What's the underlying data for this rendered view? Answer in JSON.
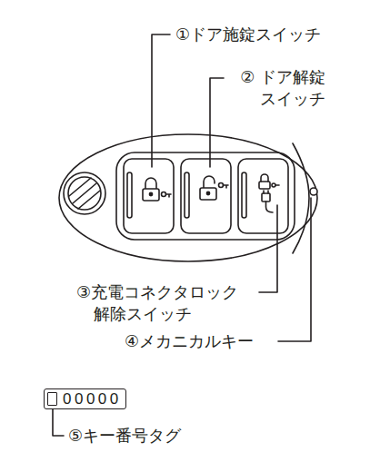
{
  "diagram": {
    "nodes": [
      {
        "text": [
          "00000"
        ]
      }
    ],
    "labels": [
      "①ドア施錠スイッチ",
      "② ドア解錠 スイッチ",
      "③充電コネクタロック 解除スイッチ",
      "④メカニカルキー",
      "⑤キー番号タグ"
    ]
  }
}
